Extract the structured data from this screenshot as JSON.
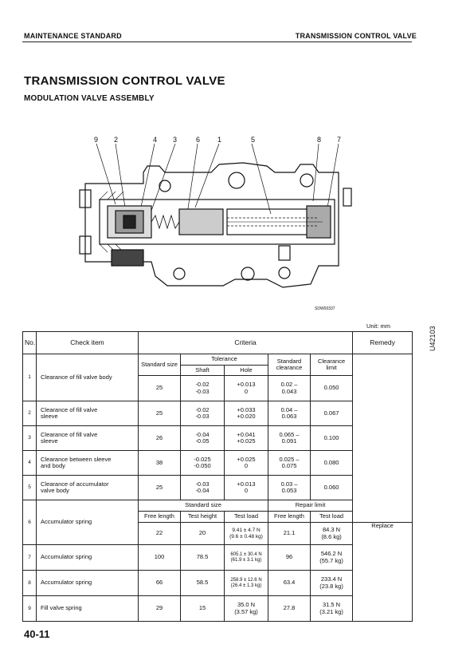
{
  "header": {
    "left": "MAINTENANCE STANDARD",
    "right": "TRANSMISSION CONTROL VALVE"
  },
  "title": "TRANSMISSION CONTROL VALVE",
  "subtitle": "MODULATION VALVE ASSEMBLY",
  "callouts": [
    "9",
    "2",
    "4",
    "3",
    "6",
    "1",
    "5",
    "8",
    "7"
  ],
  "figure_code": "SDW00337",
  "unit": "Unit: mm",
  "side_code": "U42103",
  "page_number": "40-11",
  "table": {
    "head": {
      "no": "No.",
      "check_item": "Check item",
      "criteria": "Criteria",
      "remedy": "Remedy"
    },
    "sub": {
      "standard_size": "Standard size",
      "tolerance": "Tolerance",
      "shaft": "Shaft",
      "hole": "Hole",
      "standard_clearance": "Standard clearance",
      "clearance_limit": "Clearance limit",
      "standard_size2": "Standard size",
      "repair_limit": "Repair limit",
      "free_length": "Free length",
      "test_height": "Test height",
      "test_load": "Test load",
      "free_length2": "Free length",
      "test_load2": "Test load"
    },
    "rows": [
      {
        "no": "1",
        "item": "Clearance of fill valve body",
        "size": "25",
        "shaft": "-0.02\n-0.03",
        "hole": "+0.013\n0",
        "std": "0.02 –\n0.043",
        "limit": "0.050"
      },
      {
        "no": "2",
        "item": "Clearance of fill valve\nsleeve",
        "size": "25",
        "shaft": "-0.02\n-0.03",
        "hole": "+0.033\n+0.020",
        "std": "0.04 –\n0.063",
        "limit": "0.067"
      },
      {
        "no": "3",
        "item": "Clearance of fill valve\nsleeve",
        "size": "26",
        "shaft": "-0.04\n-0.05",
        "hole": "+0.041\n+0.025",
        "std": "0.065 –\n0.091",
        "limit": "0.100"
      },
      {
        "no": "4",
        "item": "Clearance between sleeve\nand body",
        "size": "38",
        "shaft": "-0.025\n-0.050",
        "hole": "+0.025\n0",
        "std": "0.025 –\n0.075",
        "limit": "0.080"
      },
      {
        "no": "5",
        "item": "Clearance of accumulator\nvalve body",
        "size": "25",
        "shaft": "-0.03\n-0.04",
        "hole": "+0.013\n0",
        "std": "0.03 –\n0.053",
        "limit": "0.060"
      }
    ],
    "springs": [
      {
        "no": "6",
        "item": "Accumulator spring",
        "free": "22",
        "height": "20",
        "load": "9.41 ± 4.7 N\n(9.6 ± 0.48 kg)",
        "rfree": "21.1",
        "rload": "84.3 N\n(8.6 kg)"
      },
      {
        "no": "7",
        "item": "Accumulator spring",
        "free": "100",
        "height": "78.5",
        "load": "605.1 ± 30.4 N\n(61.9 ± 3.1 kg)",
        "rfree": "96",
        "rload": "546.2 N\n(55.7 kg)"
      },
      {
        "no": "8",
        "item": "Accumulator spring",
        "free": "66",
        "height": "58.5",
        "load": "258.9 ± 12.6 N\n(26.4 ± 1.3 kg)",
        "rfree": "63.4",
        "rload": "233.4 N\n(23.8 kg)"
      },
      {
        "no": "9",
        "item": "Fill valve spring",
        "free": "29",
        "height": "15",
        "load": "35.0 N\n(3.57 kg)",
        "rfree": "27.8",
        "rload": "31.5 N\n(3.21 kg)"
      }
    ],
    "remedy": "Replace"
  }
}
